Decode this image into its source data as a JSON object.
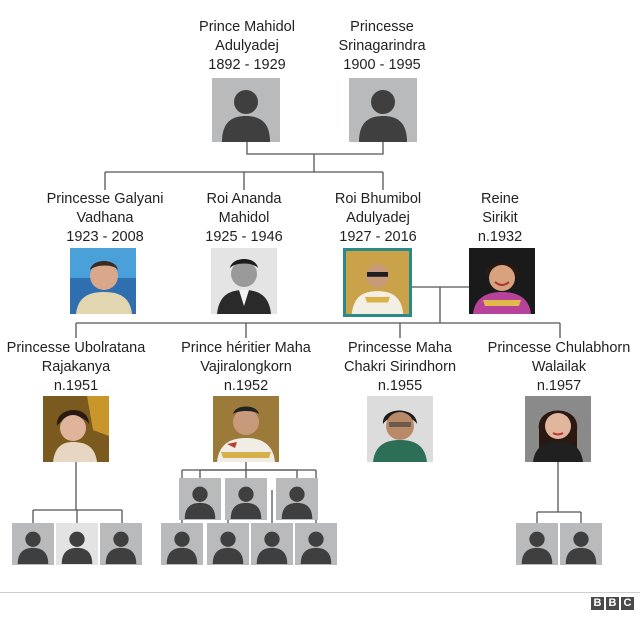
{
  "generation1": [
    {
      "lines": [
        "Prince Mahidol",
        "Adulyadej",
        "1892 - 1929"
      ],
      "image": "person-silhouette"
    },
    {
      "lines": [
        "Princesse",
        "Srinagarindra",
        "1900 - 1995"
      ],
      "image": "person-silhouette"
    }
  ],
  "generation2": [
    {
      "lines": [
        "Princesse Galyani",
        "Vadhana",
        "1923 - 2008"
      ],
      "image": "portrait-photo"
    },
    {
      "lines": [
        "Roi Ananda",
        "Mahidol",
        "1925 - 1946"
      ],
      "image": "portrait-photo"
    },
    {
      "lines": [
        "Roi Bhumibol",
        "Adulyadej",
        "1927 - 2016"
      ],
      "image": "portrait-photo-highlighted"
    },
    {
      "lines": [
        "Reine",
        "Sirikit",
        "n.1932"
      ],
      "image": "portrait-photo"
    }
  ],
  "generation3": [
    {
      "lines": [
        "Princesse Ubolratana",
        "Rajakanya",
        "n.1951"
      ],
      "image": "portrait-photo"
    },
    {
      "lines": [
        "Prince héritier Maha",
        "Vajiralongkorn",
        "n.1952"
      ],
      "image": "portrait-photo"
    },
    {
      "lines": [
        "Princesse Maha",
        "Chakri Sirindhorn",
        "n.1955"
      ],
      "image": "portrait-photo"
    },
    {
      "lines": [
        "Princesse Chulabhorn",
        "Walailak",
        "n.1957"
      ],
      "image": "portrait-photo"
    }
  ],
  "grandchildren": {
    "ubolratana_children": 3,
    "vajiralongkorn_children": 7,
    "chulabhorn_children": 2
  },
  "logo": {
    "letters": [
      "B",
      "B",
      "C"
    ]
  },
  "colors": {
    "highlight_border": "#2a8a8a",
    "silhouette_bg": "#b9babc",
    "line": "#555555"
  }
}
